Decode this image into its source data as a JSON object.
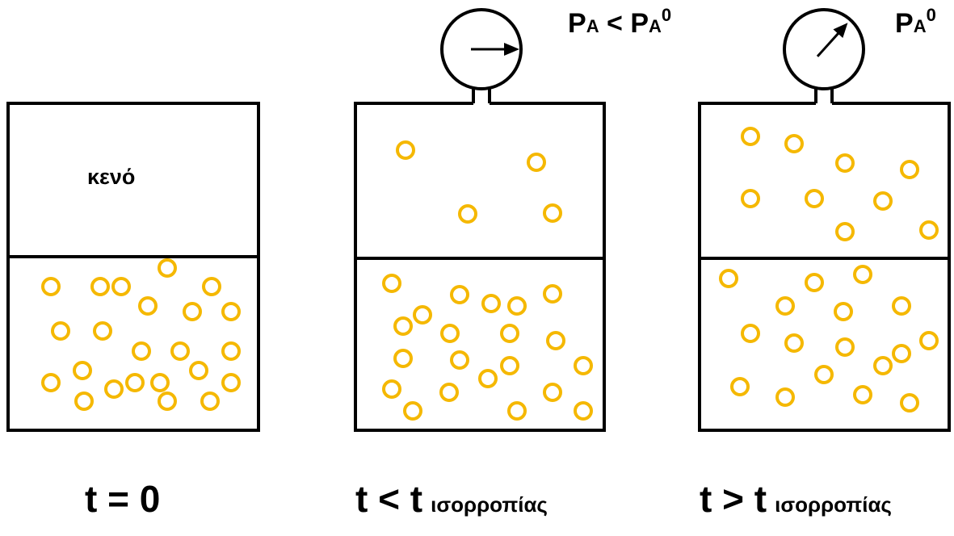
{
  "colors": {
    "stroke": "#000000",
    "particle": "#F5B800",
    "background": "#ffffff"
  },
  "panel1": {
    "top_label": "κενό",
    "caption": {
      "t": "t",
      "rel": " = ",
      "value": "0",
      "sub": ""
    }
  },
  "panel2": {
    "gauge": {
      "needle_angle_deg": 0,
      "label": {
        "P": "P",
        "sub": "A",
        "rel": " < ",
        "P2": "P",
        "sub2": "A",
        "sup2": "0"
      }
    },
    "caption": {
      "t": "t",
      "rel": " < ",
      "value": "t",
      "sub": "ισορροπίας"
    }
  },
  "panel3": {
    "gauge": {
      "needle_angle_deg": -45,
      "label": {
        "P": "P",
        "sub": "A",
        "sup": "0"
      }
    },
    "caption": {
      "t": "t",
      "rel": " > ",
      "value": "t",
      "sub": "ισορροπίας"
    }
  }
}
